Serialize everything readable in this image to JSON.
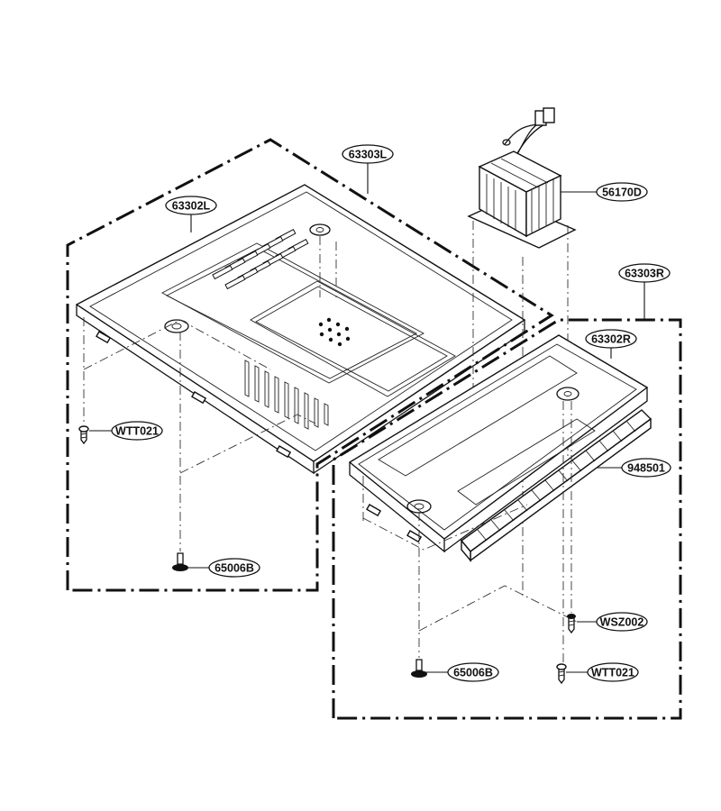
{
  "labels": {
    "left_bracket": "63303L",
    "left_plate": "63302L",
    "transformer": "56170D",
    "right_bracket": "63303R",
    "right_plate": "63302R",
    "right_strip": "948501",
    "screw_left": "WTT021",
    "foot_left": "65006B",
    "screw_transformer": "WSZ002",
    "foot_right": "65006B",
    "screw_right": "WTT021"
  }
}
